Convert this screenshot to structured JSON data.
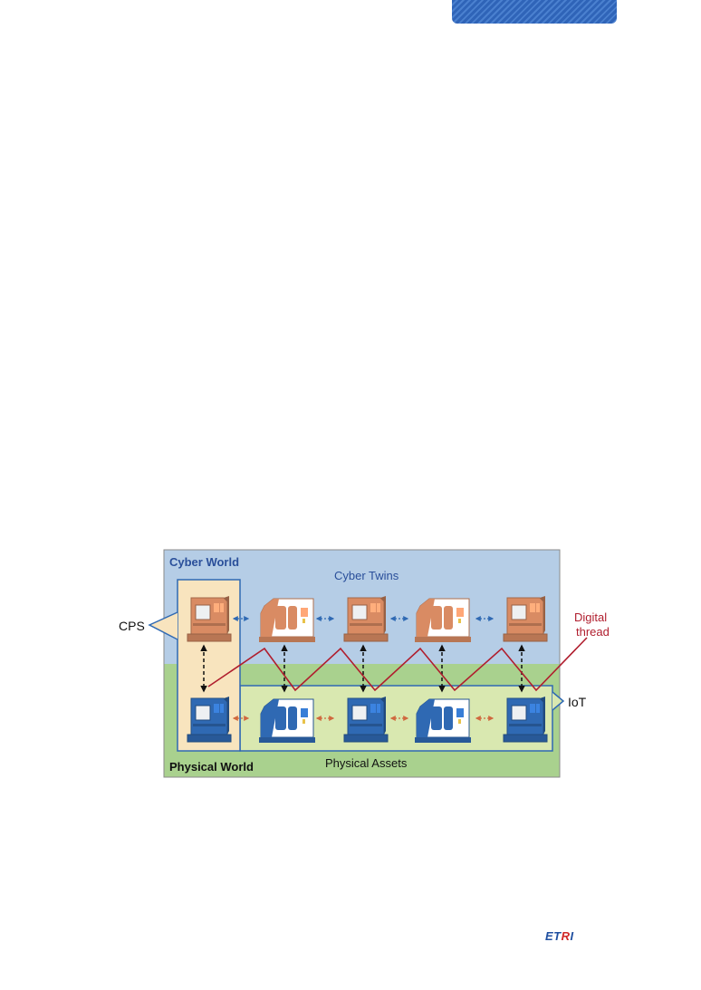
{
  "diagram": {
    "cyber_world_label": "Cyber World",
    "physical_world_label": "Physical World",
    "cyber_twins_label": "Cyber Twins",
    "physical_assets_label": "Physical Assets",
    "cps_label": "CPS",
    "iot_label": "IoT",
    "digital_thread_label_line1": "Digital",
    "digital_thread_label_line2": "thread",
    "cyber_twin_machines": [
      "machine-tool",
      "lathe",
      "machine-tool",
      "lathe",
      "machine-tool"
    ],
    "physical_asset_machines": [
      "machine-tool",
      "lathe",
      "machine-tool",
      "lathe",
      "machine-tool"
    ]
  },
  "colors": {
    "cyber_bg": "#b5cde6",
    "physical_bg": "#a9d18e",
    "cps_region": "#f8e4be",
    "iot_region": "#d9e8b0",
    "cyber_machine": "#d98b63",
    "physical_machine": "#2f69b3",
    "digital_thread": "#b01e2e",
    "cyber_text": "#2a4f9a",
    "header_tab": "#3c72c2"
  },
  "footer": {
    "logo_left": "ET",
    "logo_r": "R",
    "logo_right": "I"
  }
}
